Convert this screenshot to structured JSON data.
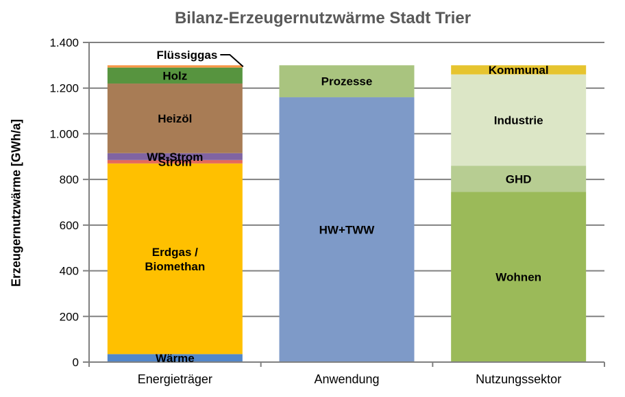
{
  "chart_data": {
    "type": "bar",
    "stacked": true,
    "title": "Bilanz-Erzeugernutzwärme Stadt Trier",
    "ylabel": "Erzeugernutzwärme [GWh/a]",
    "xlabel": "",
    "unit": "GWh/a",
    "ylim": [
      0,
      1400
    ],
    "ytick_step": 200,
    "ytick_labels": [
      "0",
      "200",
      "400",
      "600",
      "800",
      "1.000",
      "1.200",
      "1.400"
    ],
    "grid": true,
    "legend": "none (labels drawn on segments)",
    "categories": [
      "Energieträger",
      "Anwendung",
      "Nutzungssektor"
    ],
    "bars": [
      {
        "category": "Energieträger",
        "total": 1300,
        "segments": [
          {
            "label": "Wärme",
            "value": 35,
            "color": "#5287C9"
          },
          {
            "label": "Erdgas / Biomethan",
            "value": 835,
            "color": "#FFC000",
            "label_lines": [
              "Erdgas /",
              "Biomethan"
            ]
          },
          {
            "label": "Strom",
            "value": 15,
            "color": "#E4695A"
          },
          {
            "label": "WP-Strom",
            "value": 30,
            "color": "#8064A2"
          },
          {
            "label": "Heizöl",
            "value": 305,
            "color": "#A87C55"
          },
          {
            "label": "Holz",
            "value": 70,
            "color": "#57943F"
          },
          {
            "label": "Flüssiggas",
            "value": 10,
            "color": "#F79646",
            "callout": true
          }
        ]
      },
      {
        "category": "Anwendung",
        "total": 1300,
        "segments": [
          {
            "label": "HW+TWW",
            "value": 1160,
            "color": "#7E9AC8"
          },
          {
            "label": "Prozesse",
            "value": 140,
            "color": "#A9C47F"
          }
        ]
      },
      {
        "category": "Nutzungssektor",
        "total": 1300,
        "segments": [
          {
            "label": "Wohnen",
            "value": 745,
            "color": "#9BBA59"
          },
          {
            "label": "GHD",
            "value": 115,
            "color": "#B7CD92"
          },
          {
            "label": "Industrie",
            "value": 400,
            "color": "#DCE6C6"
          },
          {
            "label": "Kommunal",
            "value": 40,
            "color": "#E6C42F"
          }
        ]
      }
    ]
  },
  "colors": {
    "title": "#595959",
    "axis_line": "#808080",
    "gridline": "#808080",
    "segment_label": "#000000",
    "tick_label": "#000000",
    "background": "#FFFFFF",
    "callout_line": "#000000"
  }
}
